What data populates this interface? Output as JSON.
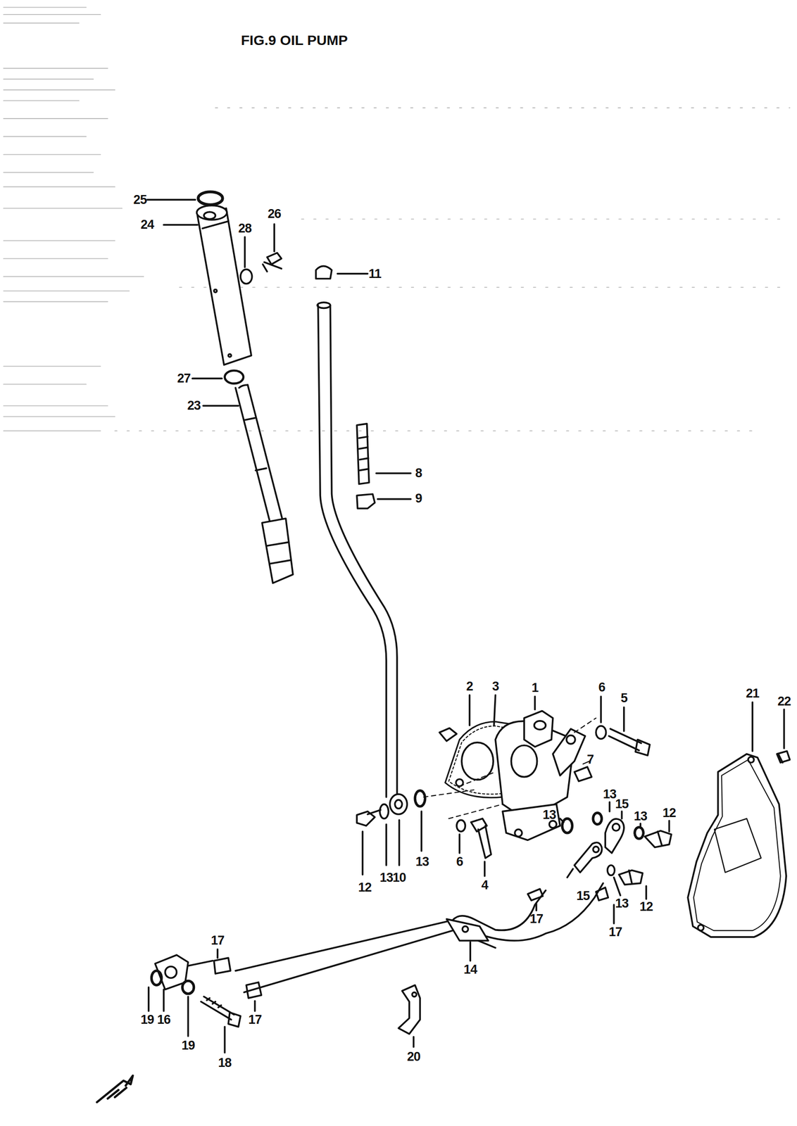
{
  "diagram": {
    "title": "FIG.9 OIL PUMP",
    "labels": [
      "25",
      "24",
      "28",
      "26",
      "11",
      "27",
      "23",
      "8",
      "9",
      "2",
      "3",
      "1",
      "6",
      "5",
      "21",
      "22",
      "7",
      "13",
      "15",
      "13",
      "12",
      "13",
      "13",
      "10",
      "13",
      "12",
      "6",
      "4",
      "15",
      "13",
      "12",
      "17",
      "17",
      "14",
      "17",
      "17",
      "19",
      "16",
      "19",
      "18",
      "20"
    ]
  }
}
